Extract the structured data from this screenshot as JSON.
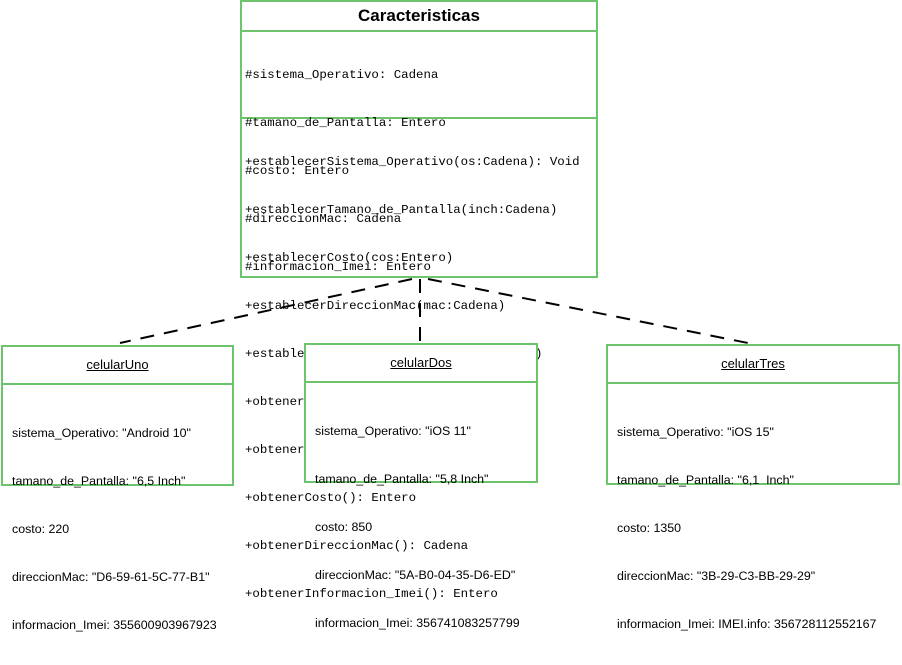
{
  "class_box": {
    "title": "Caracteristicas",
    "attributes": [
      "#sistema_Operativo: Cadena",
      "#tamano_de_Pantalla: Entero",
      "#costo: Entero",
      "#direccionMac: Cadena",
      "#informacion_Imei: Entero"
    ],
    "methods": [
      "+establecerSistema_Operativo(os:Cadena): Void",
      "+establecerTamano_de_Pantalla(inch:Cadena)",
      "+establecerCosto(cos:Entero)",
      "+establecerDireccionMac(mac:Cadena)",
      "+establecerInformacion_Imei(imei:Entero)",
      "+obtenerSistema_Operativo(): Cadena",
      "+obtenerTamano_de_Pantalla(): Entero",
      "+obtenerCosto(): Entero",
      "+obtenerDireccionMac(): Cadena",
      "+obtenerInformacion_Imei(): Entero"
    ]
  },
  "objects": [
    {
      "title": "celularUno",
      "lines": [
        "sistema_Operativo: \"Android 10\"",
        "tamano_de_Pantalla: \"6,5 Inch\"",
        "costo: 220",
        "direccionMac: \"D6-59-61-5C-77-B1\"",
        "informacion_Imei: 355600903967923"
      ]
    },
    {
      "title": "celularDos",
      "lines": [
        "sistema_Operativo: \"iOS 11\"",
        "tamano_de_Pantalla: \"5,8 Inch\"",
        "costo: 850",
        "direccionMac: \"5A-B0-04-35-D6-ED\"",
        "informacion_Imei: 356741083257799"
      ]
    },
    {
      "title": "celularTres",
      "lines": [
        "sistema_Operativo: \"iOS 15\"",
        "tamano_de_Pantalla: \"6,1  Inch\"",
        "costo: 1350",
        "direccionMac: \"3B-29-C3-BB-29-29\"",
        "informacion_Imei: IMEI.info: 356728112552167"
      ]
    }
  ],
  "colors": {
    "border": "#6cc56c",
    "connector": "#000000",
    "background": "#ffffff"
  }
}
